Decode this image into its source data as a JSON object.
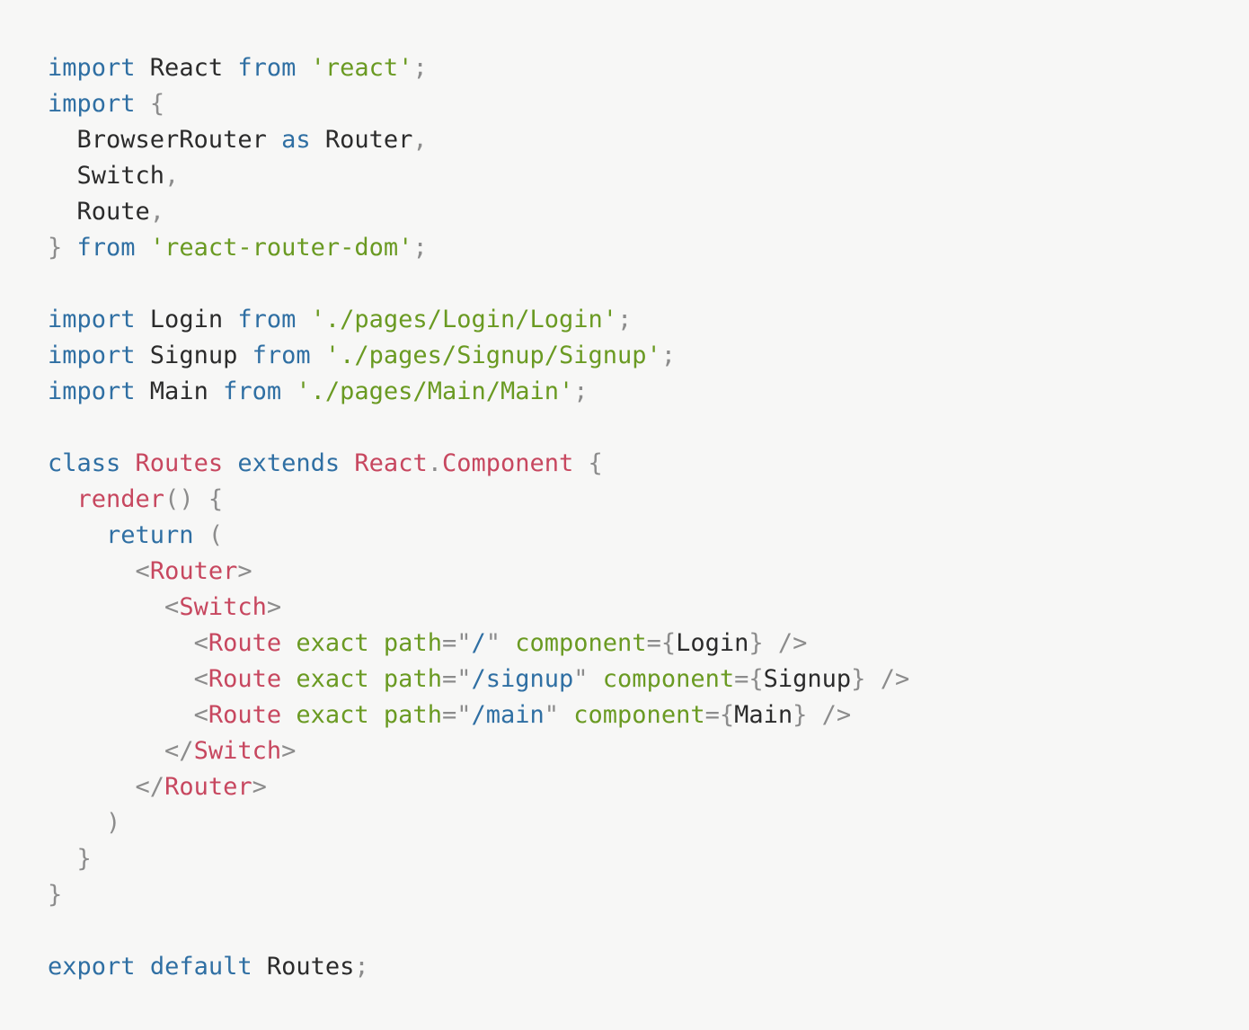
{
  "colors": {
    "background": "#f7f7f6",
    "keyword": "#2f6fa3",
    "string": "#6a9a22",
    "identifier": "#2b2b2b",
    "punctuation": "#8c8c8c",
    "class_name": "#c7475f"
  },
  "lines": [
    [
      [
        "kw",
        "import"
      ],
      [
        "id",
        " React "
      ],
      [
        "kw",
        "from"
      ],
      [
        "id",
        " "
      ],
      [
        "str",
        "'react'"
      ],
      [
        "punc",
        ";"
      ]
    ],
    [
      [
        "kw",
        "import"
      ],
      [
        "id",
        " "
      ],
      [
        "punc",
        "{"
      ]
    ],
    [
      [
        "id",
        "  BrowserRouter "
      ],
      [
        "kw",
        "as"
      ],
      [
        "id",
        " Router"
      ],
      [
        "punc",
        ","
      ]
    ],
    [
      [
        "id",
        "  Switch"
      ],
      [
        "punc",
        ","
      ]
    ],
    [
      [
        "id",
        "  Route"
      ],
      [
        "punc",
        ","
      ]
    ],
    [
      [
        "punc",
        "}"
      ],
      [
        "id",
        " "
      ],
      [
        "kw",
        "from"
      ],
      [
        "id",
        " "
      ],
      [
        "str",
        "'react-router-dom'"
      ],
      [
        "punc",
        ";"
      ]
    ],
    [],
    [
      [
        "kw",
        "import"
      ],
      [
        "id",
        " Login "
      ],
      [
        "kw",
        "from"
      ],
      [
        "id",
        " "
      ],
      [
        "str",
        "'./pages/Login/Login'"
      ],
      [
        "punc",
        ";"
      ]
    ],
    [
      [
        "kw",
        "import"
      ],
      [
        "id",
        " Signup "
      ],
      [
        "kw",
        "from"
      ],
      [
        "id",
        " "
      ],
      [
        "str",
        "'./pages/Signup/Signup'"
      ],
      [
        "punc",
        ";"
      ]
    ],
    [
      [
        "kw",
        "import"
      ],
      [
        "id",
        " Main "
      ],
      [
        "kw",
        "from"
      ],
      [
        "id",
        " "
      ],
      [
        "str",
        "'./pages/Main/Main'"
      ],
      [
        "punc",
        ";"
      ]
    ],
    [],
    [
      [
        "kw",
        "class"
      ],
      [
        "id",
        " "
      ],
      [
        "cls",
        "Routes"
      ],
      [
        "id",
        " "
      ],
      [
        "kw",
        "extends"
      ],
      [
        "id",
        " "
      ],
      [
        "cls",
        "React"
      ],
      [
        "punc",
        "."
      ],
      [
        "cls",
        "Component"
      ],
      [
        "id",
        " "
      ],
      [
        "punc",
        "{"
      ]
    ],
    [
      [
        "id",
        "  "
      ],
      [
        "cls",
        "render"
      ],
      [
        "punc",
        "() {"
      ]
    ],
    [
      [
        "id",
        "    "
      ],
      [
        "kw",
        "return"
      ],
      [
        "id",
        " "
      ],
      [
        "punc",
        "("
      ]
    ],
    [
      [
        "id",
        "      "
      ],
      [
        "punc",
        "<"
      ],
      [
        "tag",
        "Router"
      ],
      [
        "punc",
        ">"
      ]
    ],
    [
      [
        "id",
        "        "
      ],
      [
        "punc",
        "<"
      ],
      [
        "tag",
        "Switch"
      ],
      [
        "punc",
        ">"
      ]
    ],
    [
      [
        "id",
        "          "
      ],
      [
        "punc",
        "<"
      ],
      [
        "tag",
        "Route"
      ],
      [
        "id",
        " "
      ],
      [
        "attr",
        "exact"
      ],
      [
        "id",
        " "
      ],
      [
        "attr",
        "path"
      ],
      [
        "punc",
        "=\""
      ],
      [
        "val",
        "/"
      ],
      [
        "punc",
        "\""
      ],
      [
        "id",
        " "
      ],
      [
        "attr",
        "component"
      ],
      [
        "punc",
        "={"
      ],
      [
        "id",
        "Login"
      ],
      [
        "punc",
        "}"
      ],
      [
        "id",
        " "
      ],
      [
        "punc",
        "/>"
      ]
    ],
    [
      [
        "id",
        "          "
      ],
      [
        "punc",
        "<"
      ],
      [
        "tag",
        "Route"
      ],
      [
        "id",
        " "
      ],
      [
        "attr",
        "exact"
      ],
      [
        "id",
        " "
      ],
      [
        "attr",
        "path"
      ],
      [
        "punc",
        "=\""
      ],
      [
        "val",
        "/signup"
      ],
      [
        "punc",
        "\""
      ],
      [
        "id",
        " "
      ],
      [
        "attr",
        "component"
      ],
      [
        "punc",
        "={"
      ],
      [
        "id",
        "Signup"
      ],
      [
        "punc",
        "}"
      ],
      [
        "id",
        " "
      ],
      [
        "punc",
        "/>"
      ]
    ],
    [
      [
        "id",
        "          "
      ],
      [
        "punc",
        "<"
      ],
      [
        "tag",
        "Route"
      ],
      [
        "id",
        " "
      ],
      [
        "attr",
        "exact"
      ],
      [
        "id",
        " "
      ],
      [
        "attr",
        "path"
      ],
      [
        "punc",
        "=\""
      ],
      [
        "val",
        "/main"
      ],
      [
        "punc",
        "\""
      ],
      [
        "id",
        " "
      ],
      [
        "attr",
        "component"
      ],
      [
        "punc",
        "={"
      ],
      [
        "id",
        "Main"
      ],
      [
        "punc",
        "}"
      ],
      [
        "id",
        " "
      ],
      [
        "punc",
        "/>"
      ]
    ],
    [
      [
        "id",
        "        "
      ],
      [
        "punc",
        "</"
      ],
      [
        "tag",
        "Switch"
      ],
      [
        "punc",
        ">"
      ]
    ],
    [
      [
        "id",
        "      "
      ],
      [
        "punc",
        "</"
      ],
      [
        "tag",
        "Router"
      ],
      [
        "punc",
        ">"
      ]
    ],
    [
      [
        "id",
        "    "
      ],
      [
        "punc",
        ")"
      ]
    ],
    [
      [
        "id",
        "  "
      ],
      [
        "punc",
        "}"
      ]
    ],
    [
      [
        "punc",
        "}"
      ]
    ],
    [],
    [
      [
        "kw",
        "export"
      ],
      [
        "id",
        " "
      ],
      [
        "kw",
        "default"
      ],
      [
        "id",
        " Routes"
      ],
      [
        "punc",
        ";"
      ]
    ]
  ]
}
